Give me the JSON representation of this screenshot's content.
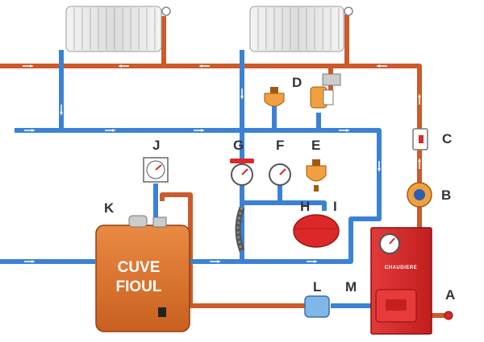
{
  "labels": {
    "A": "A",
    "B": "B",
    "C": "C",
    "D": "D",
    "E": "E",
    "F": "F",
    "G": "G",
    "H": "H",
    "I": "I",
    "J": "J",
    "K": "K",
    "L": "L",
    "M": "M"
  },
  "tank": {
    "line1": "CUVE",
    "line2": "FIOUL"
  },
  "boiler": {
    "label": "CHAUDIERE"
  },
  "colors": {
    "hot_pipe": "#cc5a2a",
    "cold_pipe": "#3b82d6",
    "tank": "#d8702c",
    "boiler": "#dc2828",
    "radiator": "#eeeeee",
    "label_text": "#333333"
  }
}
